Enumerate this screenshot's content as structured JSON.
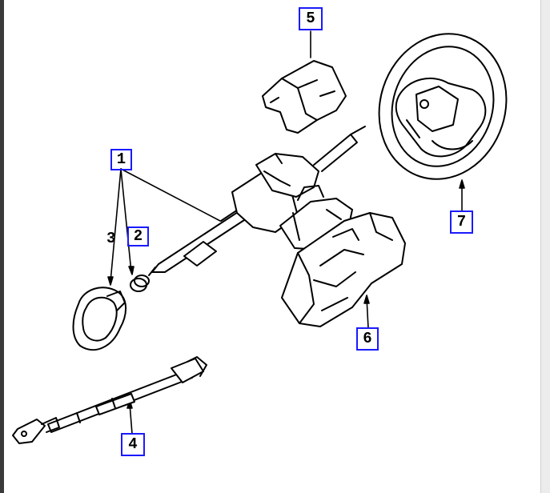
{
  "diagram": {
    "callouts": {
      "c1": "1",
      "c2": "2",
      "c3": "3",
      "c4": "4",
      "c5": "5",
      "c6": "6",
      "c7": "7"
    },
    "colors": {
      "callout_border": "#1a1aff",
      "line": "#000000",
      "background": "#ffffff"
    },
    "parts": [
      "steering-column-shaft-icon",
      "bearing-icon",
      "column-boot-icon",
      "intermediate-shaft-icon",
      "upper-column-cover-icon",
      "lower-column-cover-icon",
      "steering-wheel-icon"
    ]
  }
}
